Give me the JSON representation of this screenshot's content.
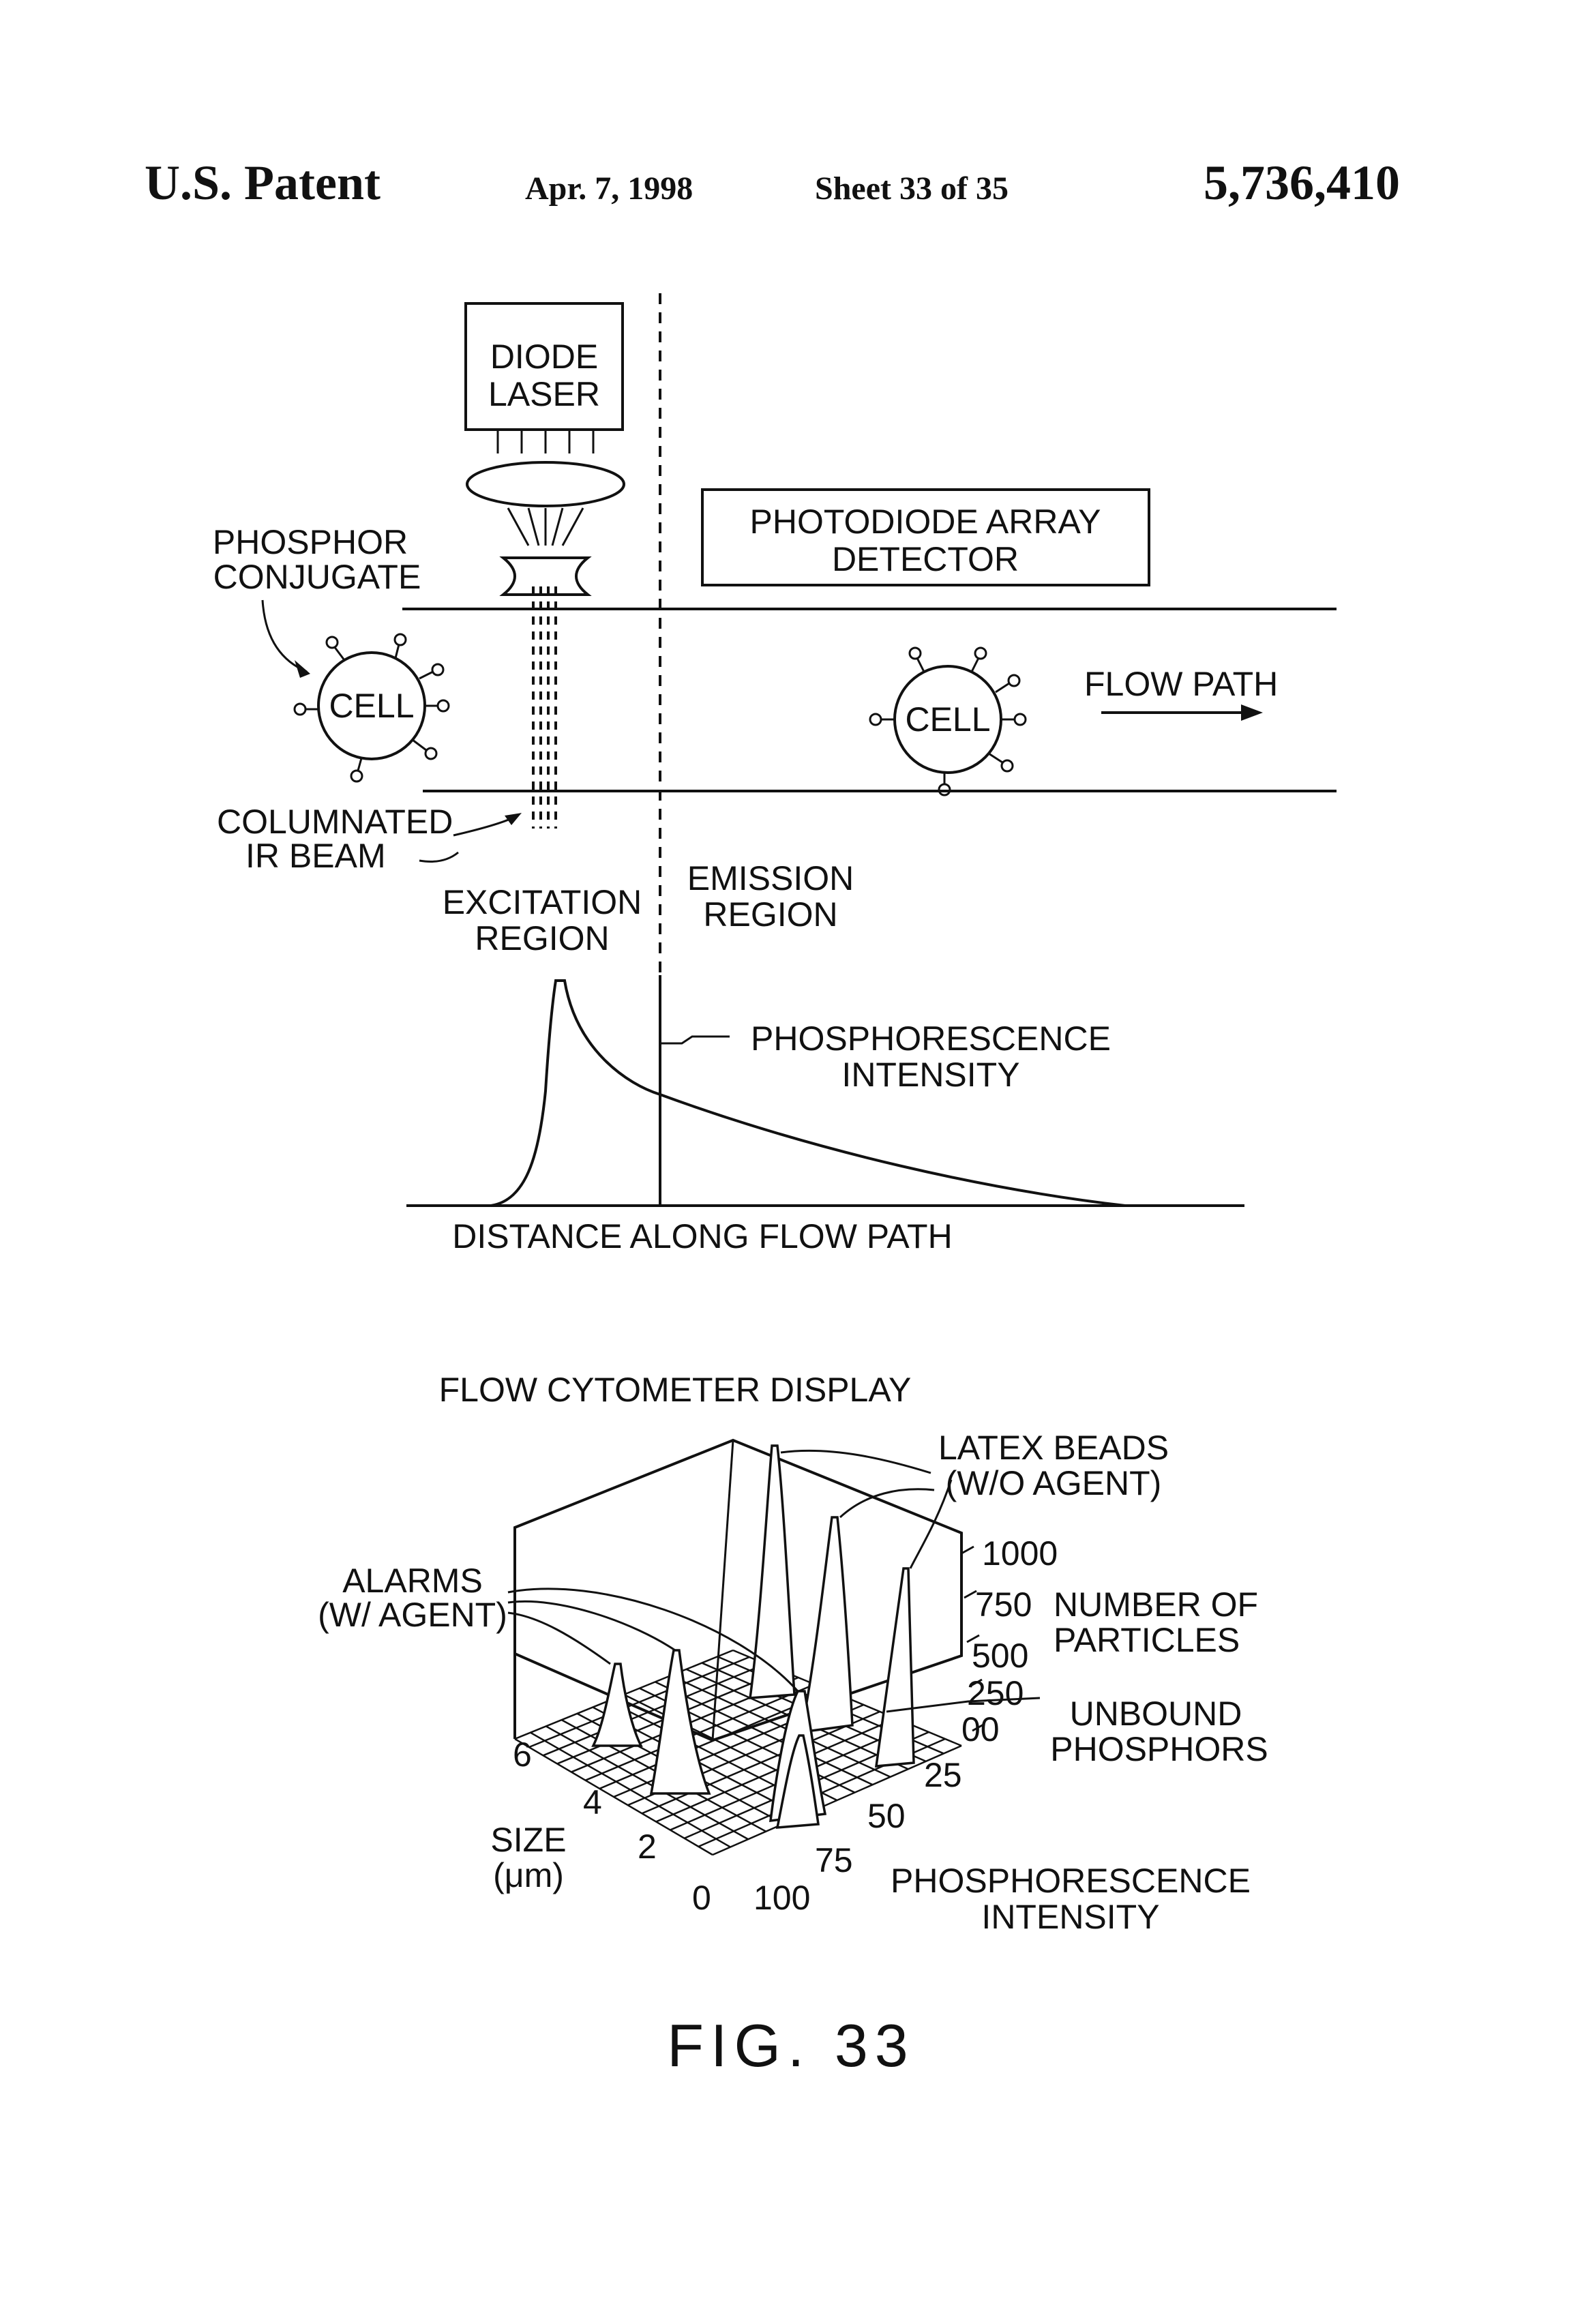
{
  "header": {
    "patent_label": "U.S. Patent",
    "date": "Apr. 7, 1998",
    "sheet": "Sheet 33 of 35",
    "patent_number": "5,736,410"
  },
  "schematic": {
    "laser_line1": "DIODE",
    "laser_line2": "LASER",
    "detector_line1": "PHOTODIODE ARRAY",
    "detector_line2": "DETECTOR",
    "phosphor_line1": "PHOSPHOR",
    "phosphor_line2": "CONJUGATE",
    "cell_label": "CELL",
    "flow_path": "FLOW PATH",
    "beam_line1": "COLUMNATED",
    "beam_line2": "IR BEAM",
    "excitation_line1": "EXCITATION",
    "excitation_line2": "REGION",
    "emission_line1": "EMISSION",
    "emission_line2": "REGION"
  },
  "intensity_plot": {
    "curve_line1": "PHOSPHORESCENCE",
    "curve_line2": "INTENSITY",
    "xlabel": "DISTANCE ALONG FLOW PATH"
  },
  "display": {
    "title": "FLOW CYTOMETER DISPLAY",
    "latex_line1": "LATEX BEADS",
    "latex_line2": "(W/O AGENT)",
    "alarms_line1": "ALARMS",
    "alarms_line2": "(W/ AGENT)",
    "count_ticks": [
      "1000",
      "750",
      "500",
      "250",
      "00"
    ],
    "count_label_line1": "NUMBER OF",
    "count_label_line2": "PARTICLES",
    "unbound_line1": "UNBOUND",
    "unbound_line2": "PHOSPHORS",
    "size_ticks": [
      "6",
      "4",
      "2",
      "0"
    ],
    "size_label_line1": "SIZE",
    "size_label_line2": "(μm)",
    "intensity_ticks": [
      "25",
      "50",
      "75",
      "100"
    ],
    "intensity_label_line1": "PHOSPHORESCENCE",
    "intensity_label_line2": "INTENSITY"
  },
  "figure_label": "FIG. 33"
}
